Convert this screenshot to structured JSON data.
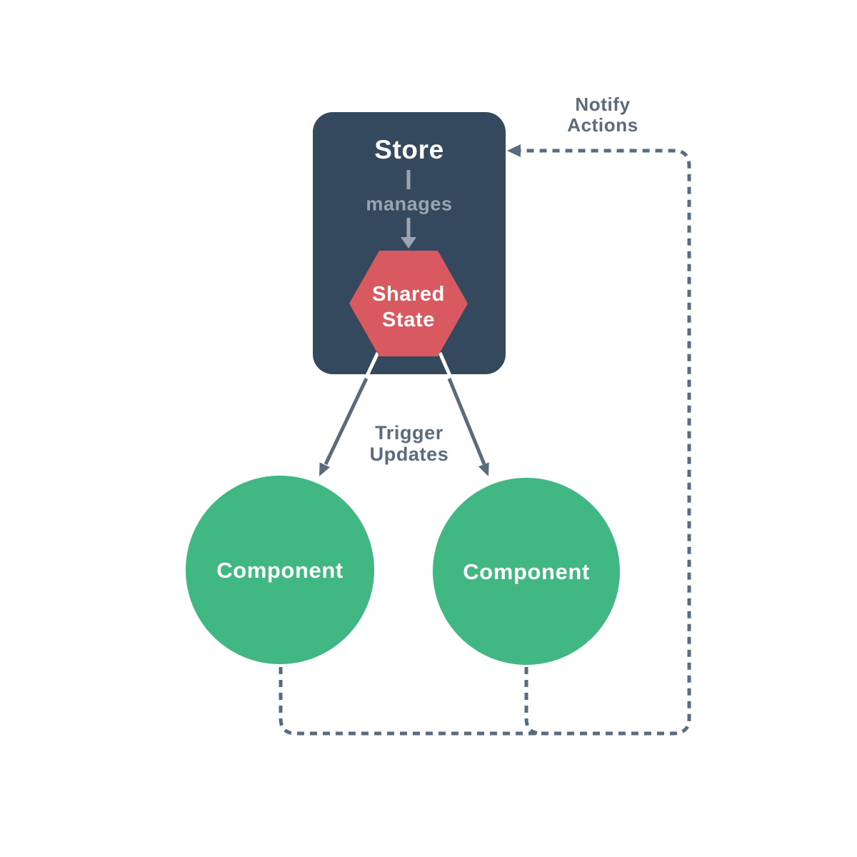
{
  "diagram": {
    "store_label": "Store",
    "manages_label": "manages",
    "shared_state_line1": "Shared",
    "shared_state_line2": "State",
    "component_left_label": "Component",
    "component_right_label": "Component",
    "trigger_line1": "Trigger",
    "trigger_line2": "Updates",
    "notify_line1": "Notify",
    "notify_line2": "Actions"
  },
  "colors": {
    "store_bg": "#35495e",
    "state_bg": "#d95961",
    "component_bg": "#41b883",
    "line": "#5a6b7e",
    "muted": "#9aa5b1",
    "text_on_dark": "#ffffff"
  }
}
